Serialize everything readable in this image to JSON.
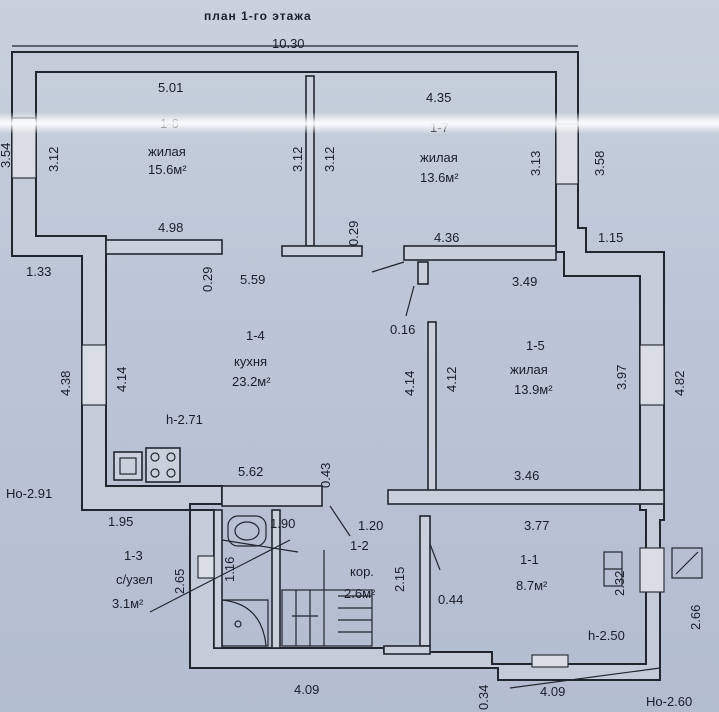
{
  "title": "план 1-го этажа",
  "dimensions": {
    "overall_width": "10.30",
    "r16_top": "5.01",
    "r16_bottom": "4.98",
    "r16_left": "3.12",
    "r16_right": "3.12",
    "r17_top": "4.35",
    "r17_left": "3.12",
    "r17_right": "3.13",
    "r17_ext": "3.58",
    "wall_029_a": "0.29",
    "wall_029_b": "0.29",
    "hall_width": "4.36",
    "ext_115": "1.15",
    "kitchen_top": "5.59",
    "kitchen_bottom": "5.62",
    "kitchen_left": "4.14",
    "kitchen_right": "4.14",
    "left_133": "1.33",
    "left_438": "4.38",
    "r15_top": "3.49",
    "r15_bottom": "3.46",
    "r15_left": "4.12",
    "r15_right": "3.97",
    "right_482": "4.82",
    "gap_016": "0.16",
    "wall_043": "0.43",
    "bath_195": "1.95",
    "bath_190": "1.90",
    "bath_265": "2.65",
    "bath_116": "1.16",
    "cor_120": "1.20",
    "cor_215": "2.15",
    "gap_044": "0.44",
    "r11_top": "3.77",
    "r11_right": "2.32",
    "porch_266": "2.66",
    "bottom_left": "4.09",
    "bottom_right": "4.09",
    "bottom_034": "0.34",
    "partial_left": "3.54"
  },
  "rooms": {
    "r16": {
      "id": "1-6",
      "name": "жилая",
      "area": "15.6м²"
    },
    "r17": {
      "id": "1-7",
      "name": "жилая",
      "area": "13.6м²"
    },
    "r14": {
      "id": "1-4",
      "name": "кухня",
      "area": "23.2м²",
      "height": "h-2.71"
    },
    "r15": {
      "id": "1-5",
      "name": "жилая",
      "area": "13.9м²"
    },
    "r13": {
      "id": "1-3",
      "name": "с/узел",
      "area": "3.1м²"
    },
    "r12": {
      "id": "1-2",
      "name": "кор.",
      "area": "2.6м²"
    },
    "r11": {
      "id": "1-1",
      "name": "",
      "area": "8.7м²",
      "height": "h-2.50"
    }
  },
  "levels": {
    "left": "Ho-2.91",
    "right": "Ho-2.60"
  }
}
